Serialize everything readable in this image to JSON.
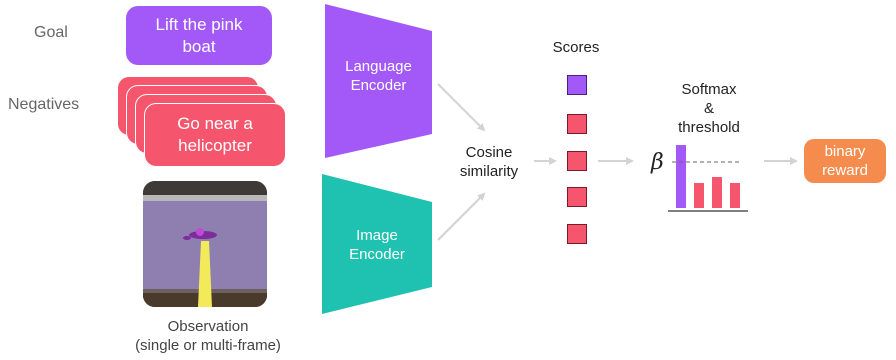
{
  "labels": {
    "goal": "Goal",
    "negatives": "Negatives",
    "observation_line1": "Observation",
    "observation_line2": "(single or multi-frame)"
  },
  "goal_text": "Lift the pink boat",
  "negative_text": "Go near a helicopter",
  "encoders": {
    "language_line1": "Language",
    "language_line2": "Encoder",
    "image_line1": "Image",
    "image_line2": "Encoder"
  },
  "cosine": {
    "line1": "Cosine",
    "line2": "similarity"
  },
  "scores_label": "Scores",
  "softmax": {
    "line1": "Softmax",
    "line2": "&",
    "line3": "threshold",
    "beta": "β"
  },
  "reward": {
    "line1": "binary",
    "line2": "reward"
  },
  "colors": {
    "goal": "#a259f7",
    "negative": "#f5566d",
    "language_encoder": "#a259f7",
    "image_encoder": "#1fc2b0",
    "reward": "#f58c4e",
    "arrow": "#d3d3d3"
  }
}
